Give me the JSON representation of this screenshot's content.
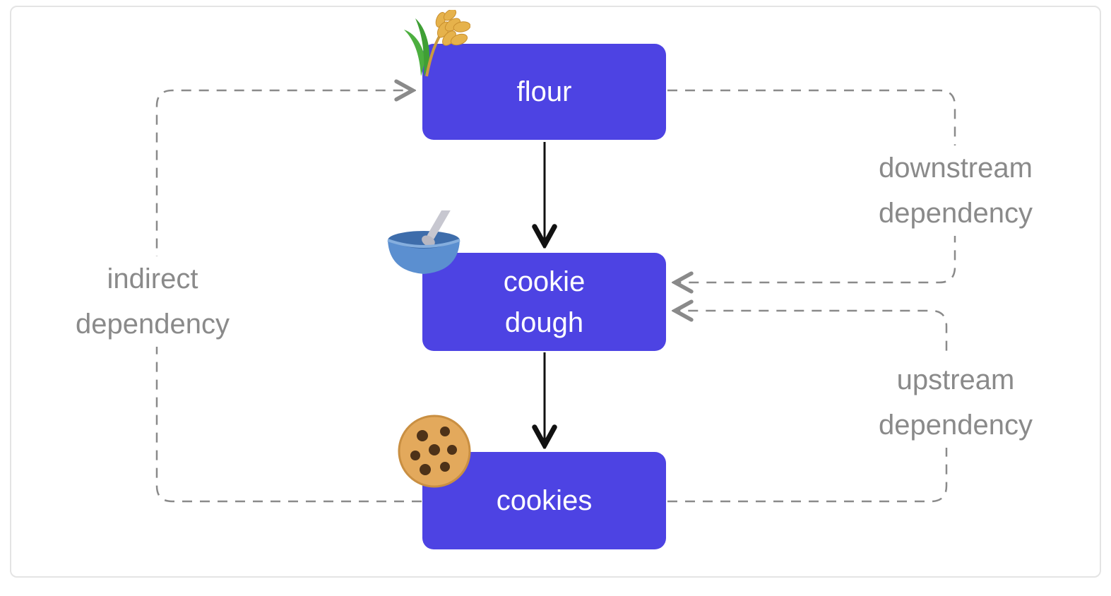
{
  "diagram": {
    "nodes": [
      {
        "id": "flour",
        "label": "flour",
        "lines": [
          "flour"
        ],
        "icon": "wheat-icon",
        "emoji": "🌾"
      },
      {
        "id": "cookie-dough",
        "label": "cookie dough",
        "lines": [
          "cookie",
          "dough"
        ],
        "icon": "bowl-with-spoon-icon",
        "emoji": "🥣"
      },
      {
        "id": "cookies",
        "label": "cookies",
        "lines": [
          "cookies"
        ],
        "icon": "cookie-icon",
        "emoji": "🍪"
      }
    ],
    "edges": [
      {
        "from": "flour",
        "to": "cookie-dough",
        "style": "solid",
        "label": ""
      },
      {
        "from": "cookie-dough",
        "to": "cookies",
        "style": "solid",
        "label": ""
      },
      {
        "from": "flour",
        "to": "cookie-dough",
        "style": "dashed",
        "label": "downstream dependency"
      },
      {
        "from": "cookies",
        "to": "cookie-dough",
        "style": "dashed",
        "label": "upstream dependency"
      },
      {
        "from": "cookies",
        "to": "flour",
        "style": "dashed",
        "label": "indirect dependency"
      }
    ],
    "edge_labels": {
      "downstream": {
        "lines": [
          "downstream",
          "dependency"
        ]
      },
      "upstream": {
        "lines": [
          "upstream",
          "dependency"
        ]
      },
      "indirect": {
        "lines": [
          "indirect",
          "dependency"
        ]
      }
    },
    "colors": {
      "node_fill": "#4d43e3",
      "node_text": "#ffffff",
      "dashed_line": "#8a8a8a",
      "label_text": "#8a8a8a",
      "solid_arrow": "#111111",
      "frame_border": "#e4e4e4",
      "background": "#ffffff"
    }
  }
}
